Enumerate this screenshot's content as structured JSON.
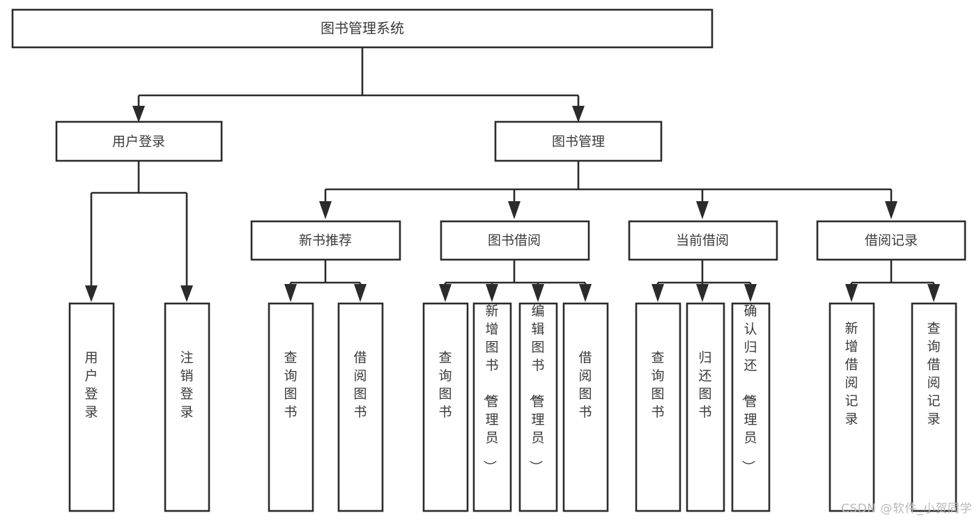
{
  "diagram": {
    "type": "tree",
    "title": "图书管理系统",
    "watermark": "CSDN @软件_小贺同学",
    "root": {
      "id": "root",
      "label": "图书管理系统",
      "orientation": "horizontal"
    },
    "level2": [
      {
        "id": "user-login",
        "label": "用户登录",
        "orientation": "horizontal"
      },
      {
        "id": "book-manage",
        "label": "图书管理",
        "orientation": "horizontal"
      }
    ],
    "level3": [
      {
        "id": "new-book-rec",
        "label": "新书推荐",
        "parent": "book-manage",
        "orientation": "horizontal"
      },
      {
        "id": "book-borrow",
        "label": "图书借阅",
        "parent": "book-manage",
        "orientation": "horizontal"
      },
      {
        "id": "current-borrow",
        "label": "当前借阅",
        "parent": "book-manage",
        "orientation": "horizontal"
      },
      {
        "id": "borrow-record",
        "label": "借阅记录",
        "parent": "book-manage",
        "orientation": "horizontal"
      }
    ],
    "leaves": [
      {
        "id": "leaf-user-login",
        "label": "用户登录",
        "parent": "user-login",
        "orientation": "vertical"
      },
      {
        "id": "leaf-logout",
        "label": "注销登录",
        "parent": "user-login",
        "orientation": "vertical"
      },
      {
        "id": "leaf-query-book-1",
        "label": "查询图书",
        "parent": "new-book-rec",
        "orientation": "vertical"
      },
      {
        "id": "leaf-borrow-book-1",
        "label": "借阅图书",
        "parent": "new-book-rec",
        "orientation": "vertical"
      },
      {
        "id": "leaf-query-book-2",
        "label": "查询图书",
        "parent": "book-borrow",
        "orientation": "vertical"
      },
      {
        "id": "leaf-add-book",
        "label": "新增图书（管理员）",
        "parent": "book-borrow",
        "orientation": "vertical"
      },
      {
        "id": "leaf-edit-book",
        "label": "编辑图书（管理员）",
        "parent": "book-borrow",
        "orientation": "vertical"
      },
      {
        "id": "leaf-borrow-book-2",
        "label": "借阅图书",
        "parent": "book-borrow",
        "orientation": "vertical"
      },
      {
        "id": "leaf-query-book-3",
        "label": "查询图书",
        "parent": "current-borrow",
        "orientation": "vertical"
      },
      {
        "id": "leaf-return-book",
        "label": "归还图书",
        "parent": "current-borrow",
        "orientation": "vertical"
      },
      {
        "id": "leaf-confirm-return",
        "label": "确认归还（管理员）",
        "parent": "current-borrow",
        "orientation": "vertical"
      },
      {
        "id": "leaf-add-record",
        "label": "新增借阅记录",
        "parent": "borrow-record",
        "orientation": "vertical"
      },
      {
        "id": "leaf-query-record",
        "label": "查询借阅记录",
        "parent": "borrow-record",
        "orientation": "vertical"
      }
    ],
    "colors": {
      "stroke": "#2b2b2b",
      "fill": "#ffffff",
      "text": "#3a3a3a",
      "watermark": "#b9b9b9"
    }
  }
}
